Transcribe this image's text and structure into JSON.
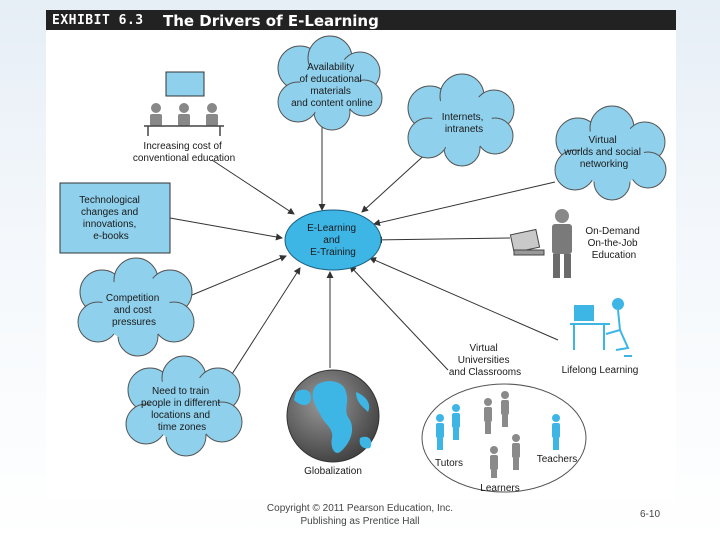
{
  "exhibit": {
    "label": "EXHIBIT 6.3",
    "title": "The Drivers of E-Learning"
  },
  "center": {
    "lines": [
      "E-Learning",
      "and",
      "E-Training"
    ]
  },
  "drivers": [
    {
      "key": "availability",
      "lines": [
        "Availability",
        "of educational",
        "materials",
        "and content online"
      ]
    },
    {
      "key": "internets",
      "lines": [
        "Internets,",
        "intranets"
      ]
    },
    {
      "key": "virtual-worlds",
      "lines": [
        "Virtual",
        "worlds and social",
        "networking"
      ]
    },
    {
      "key": "on-demand",
      "lines": [
        "On-Demand",
        "On-the-Job",
        "Education"
      ]
    },
    {
      "key": "lifelong",
      "lines": [
        "Lifelong Learning"
      ]
    },
    {
      "key": "virtual-universities",
      "lines": [
        "Virtual",
        "Universities",
        "and Classrooms"
      ]
    },
    {
      "key": "globalization",
      "lines": [
        "Globalization"
      ]
    },
    {
      "key": "time-zones",
      "lines": [
        "Need to train",
        "people in different",
        "locations and",
        "time zones"
      ]
    },
    {
      "key": "competition",
      "lines": [
        "Competition",
        "and cost",
        "pressures"
      ]
    },
    {
      "key": "technological",
      "lines": [
        "Technological",
        "changes and",
        "innovations,",
        "e-books"
      ]
    },
    {
      "key": "cost",
      "lines": [
        "Increasing cost of",
        "conventional education"
      ]
    }
  ],
  "classroom": {
    "tutors": "Tutors",
    "learners": "Learners",
    "teachers": "Teachers"
  },
  "colors": {
    "cloud_fill": "#8fd0ec",
    "center_fill": "#3db6e6",
    "box_fill": "#8fd0ec",
    "line": "#333333",
    "header_bg": "#222222"
  },
  "footer": {
    "copyright_line1": "Copyright © 2011 Pearson Education, Inc.",
    "copyright_line2": "Publishing as Prentice Hall",
    "page": "6-10"
  }
}
